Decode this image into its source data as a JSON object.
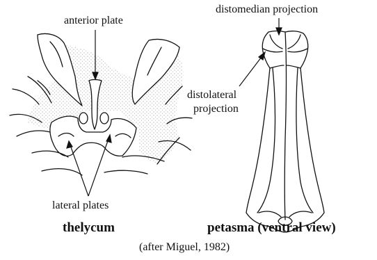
{
  "figure": {
    "thelycum": {
      "heading": "thelycum",
      "labels": {
        "anterior_plate": "anterior plate",
        "lateral_plates": "lateral plates"
      }
    },
    "petasma": {
      "heading": "petasma (ventral view)",
      "labels": {
        "distomedian_projection": "distomedian projection",
        "distolateral_line1": "distolateral",
        "distolateral_line2": "projection"
      }
    },
    "caption": "(after Miguel, 1982)"
  },
  "colors": {
    "ink": "#111111",
    "stipple": "#7a7a7a",
    "background": "#ffffff"
  }
}
